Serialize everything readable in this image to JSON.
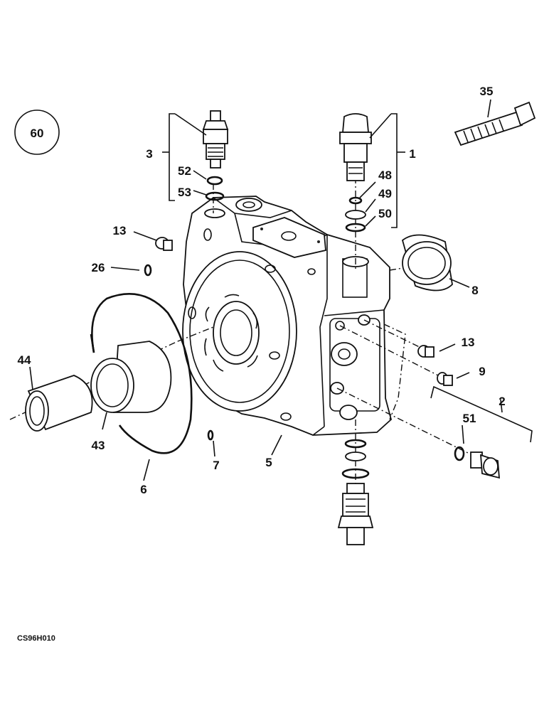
{
  "figure": {
    "group_number": "60",
    "drawing_code": "CS96H010",
    "callouts": [
      "1",
      "2",
      "3",
      "5",
      "6",
      "7",
      "8",
      "9",
      "13",
      "13",
      "26",
      "35",
      "43",
      "44",
      "48",
      "49",
      "50",
      "51",
      "52",
      "53"
    ]
  },
  "colors": {
    "ink": "#111111",
    "paper": "#ffffff"
  }
}
